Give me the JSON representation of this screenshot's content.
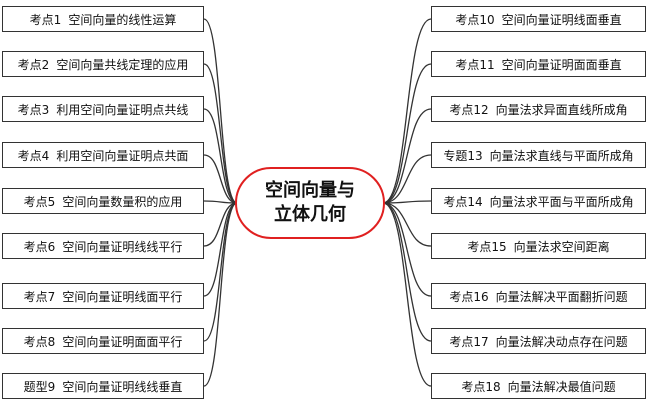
{
  "center": {
    "line1": "空间向量与",
    "line2": "立体几何"
  },
  "left_nodes": [
    {
      "code": "考点1",
      "title": "空间向量的线性运算"
    },
    {
      "code": "考点2",
      "title": "空间向量共线定理的应用"
    },
    {
      "code": "考点3",
      "title": "利用空间向量证明点共线"
    },
    {
      "code": "考点4",
      "title": "利用空间向量证明点共面"
    },
    {
      "code": "考点5",
      "title": "空间向量数量积的应用"
    },
    {
      "code": "考点6",
      "title": "空间向量证明线线平行"
    },
    {
      "code": "考点7",
      "title": "空间向量证明线面平行"
    },
    {
      "code": "考点8",
      "title": "空间向量证明面面平行"
    },
    {
      "code": "题型9",
      "title": "空间向量证明线线垂直"
    }
  ],
  "right_nodes": [
    {
      "code": "考点10",
      "title": "空间向量证明线面垂直"
    },
    {
      "code": "考点11",
      "title": "空间向量证明面面垂直"
    },
    {
      "code": "考点12",
      "title": "向量法求异面直线所成角"
    },
    {
      "code": "专题13",
      "title": "向量法求直线与平面所成角"
    },
    {
      "code": "考点14",
      "title": "向量法求平面与平面所成角"
    },
    {
      "code": "考点15",
      "title": "向量法求空间距离"
    },
    {
      "code": "考点16",
      "title": "向量法解决平面翻折问题"
    },
    {
      "code": "考点17",
      "title": "向量法解决动点存在问题"
    },
    {
      "code": "考点18",
      "title": "向量法解决最值问题"
    }
  ],
  "colors": {
    "center_border": "#e02020",
    "line": "#333333",
    "node_border": "#333333"
  }
}
